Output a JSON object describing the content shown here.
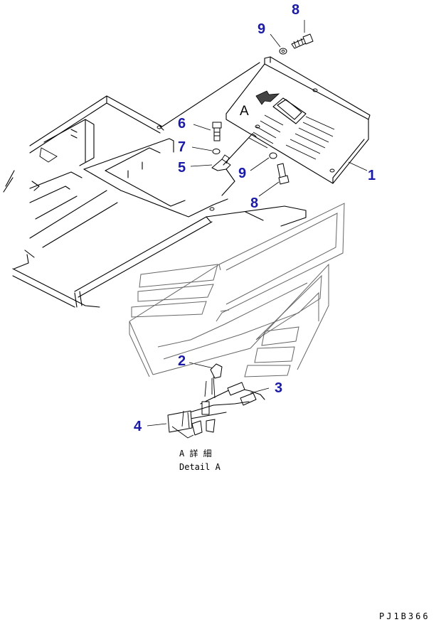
{
  "callouts": {
    "c1": "1",
    "c2": "2",
    "c3": "3",
    "c4": "4",
    "c5": "5",
    "c6": "6",
    "c7": "7",
    "c8_top": "8",
    "c8_mid": "8",
    "c9_top": "9",
    "c9_mid": "9"
  },
  "view_marker": "A",
  "detail": {
    "caption_jp": "A 詳 細",
    "caption_en": "Detail A"
  },
  "drawing_code": "PJ1B366"
}
